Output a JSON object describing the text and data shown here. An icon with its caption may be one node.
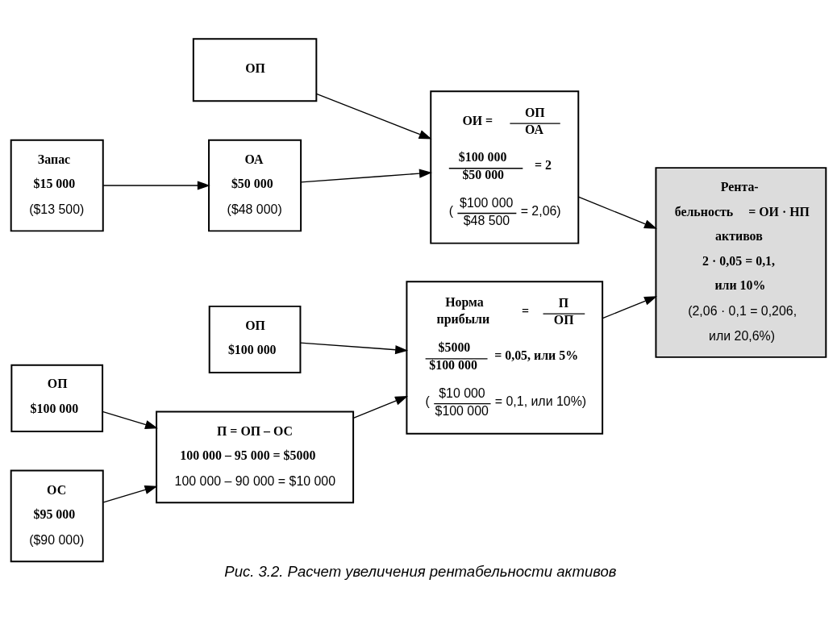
{
  "diagram": {
    "caption": "Рис. 3.2. Расчет увеличения рентабельности активов",
    "nodes": [
      {
        "text": [
          "ОП"
        ]
      },
      {
        "text": [
          "Запас",
          "$15 000",
          "($13 500)"
        ]
      },
      {
        "text": [
          "ОА",
          "$50 000",
          "($48 000)"
        ]
      },
      {
        "text": [
          "ОИ =",
          "ОП",
          "ОА",
          "$100 000",
          "$50 000",
          "= 2",
          "(",
          "$100 000",
          "$48 500",
          "= 2,06)"
        ]
      },
      {
        "text": [
          "Рента-",
          "бельность",
          "= ОИ · НП",
          "активов",
          "2 · 0,05 = 0,1,",
          "или 10%",
          "(2,06 · 0,1 = 0,206,",
          "или 20,6%)"
        ]
      },
      {
        "text": [
          "ОП",
          "$100 000"
        ]
      },
      {
        "text": [
          "П = ОП – ОС",
          "100 000 – 95 000 = $5000",
          "100 000 – 90 000 = $10 000"
        ]
      },
      {
        "text": [
          "ОС",
          "$95 000",
          "($90 000)"
        ]
      },
      {
        "text": [
          "ОП",
          "$100 000"
        ]
      },
      {
        "text": [
          "Норма",
          "прибыли",
          "=",
          "П",
          "ОП",
          "$5000",
          "$100 000",
          "= 0,05, или 5%",
          "(",
          "$10 000",
          "$100 000",
          "= 0,1, или 10%)"
        ]
      }
    ],
    "edges": [
      {
        "from": 0,
        "to": 3,
        "arrow": "to"
      },
      {
        "from": 1,
        "to": 2,
        "arrow": "to"
      },
      {
        "from": 2,
        "to": 3,
        "arrow": "to"
      },
      {
        "from": 3,
        "to": 4,
        "arrow": "to"
      },
      {
        "from": 5,
        "to": 6,
        "arrow": "to"
      },
      {
        "from": 7,
        "to": 6,
        "arrow": "to"
      },
      {
        "from": 6,
        "to": 9,
        "arrow": "to"
      },
      {
        "from": 8,
        "to": 9,
        "arrow": "to"
      },
      {
        "from": 9,
        "to": 4,
        "arrow": "to"
      }
    ]
  }
}
